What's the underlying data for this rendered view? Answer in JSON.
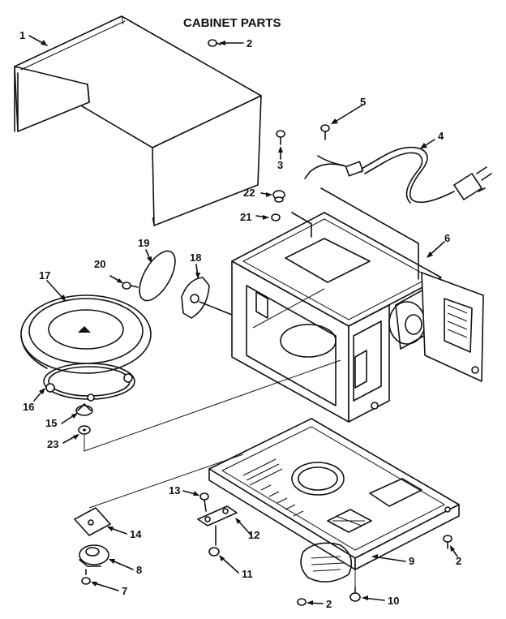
{
  "diagram": {
    "title": "CABINET PARTS",
    "callouts": [
      {
        "id": "c1",
        "label": "1"
      },
      {
        "id": "c2a",
        "label": "2"
      },
      {
        "id": "c3",
        "label": "3"
      },
      {
        "id": "c4",
        "label": "4"
      },
      {
        "id": "c5",
        "label": "5"
      },
      {
        "id": "c6",
        "label": "6"
      },
      {
        "id": "c22",
        "label": "22"
      },
      {
        "id": "c21",
        "label": "21"
      },
      {
        "id": "c19",
        "label": "19"
      },
      {
        "id": "c18",
        "label": "18"
      },
      {
        "id": "c20",
        "label": "20"
      },
      {
        "id": "c17",
        "label": "17"
      },
      {
        "id": "c16",
        "label": "16"
      },
      {
        "id": "c15",
        "label": "15"
      },
      {
        "id": "c23",
        "label": "23"
      },
      {
        "id": "c13",
        "label": "13"
      },
      {
        "id": "c12",
        "label": "12"
      },
      {
        "id": "c14",
        "label": "14"
      },
      {
        "id": "c8",
        "label": "8"
      },
      {
        "id": "c7",
        "label": "7"
      },
      {
        "id": "c11",
        "label": "11"
      },
      {
        "id": "c9",
        "label": "9"
      },
      {
        "id": "c2b",
        "label": "2"
      },
      {
        "id": "c2c",
        "label": "2"
      },
      {
        "id": "c10",
        "label": "10"
      }
    ]
  }
}
